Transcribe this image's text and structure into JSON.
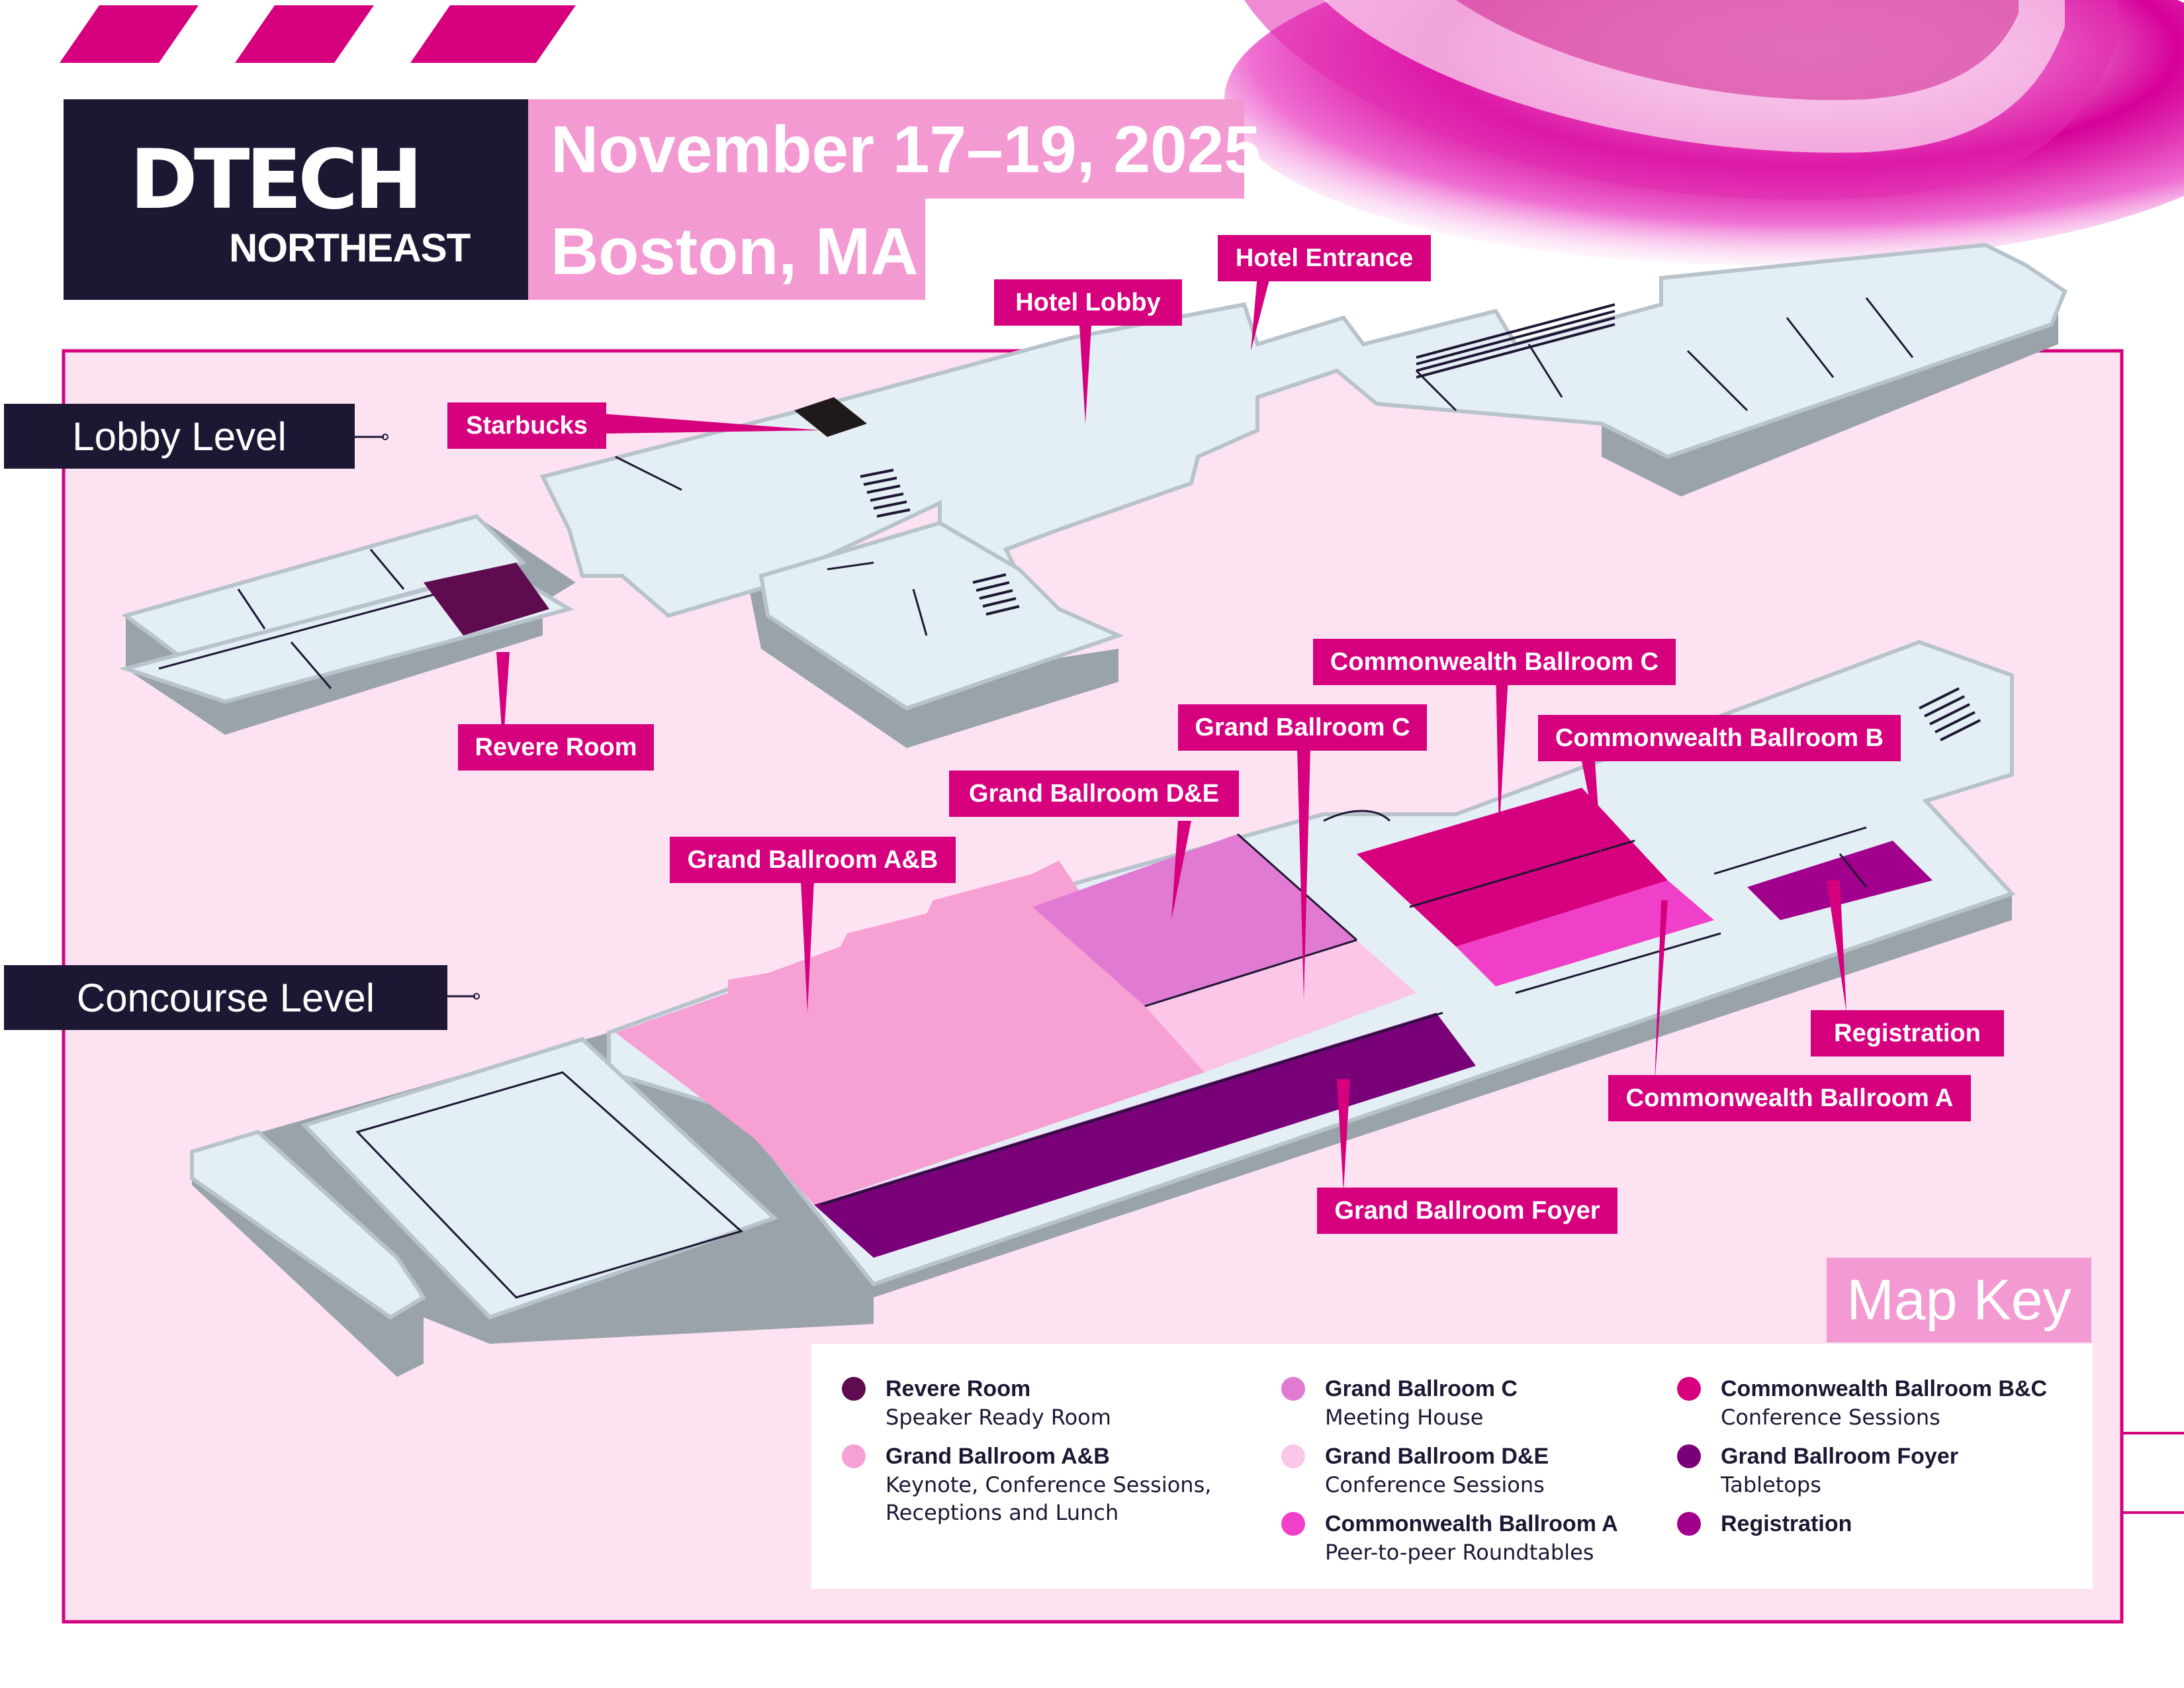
{
  "header": {
    "logo_main": "DTECH",
    "logo_sub": "NORTHEAST",
    "date": "November 17–19, 2025",
    "city": "Boston, MA"
  },
  "levels": {
    "lobby": "Lobby Level",
    "concourse": "Concourse Level"
  },
  "callouts": {
    "hotel_entrance": "Hotel Entrance",
    "hotel_lobby": "Hotel Lobby",
    "starbucks": "Starbucks",
    "revere_room": "Revere Room",
    "commonwealth_c": "Commonwealth Ballroom C",
    "commonwealth_b": "Commonwealth Ballroom B",
    "commonwealth_a": "Commonwealth Ballroom A",
    "grand_c": "Grand Ballroom C",
    "grand_de": "Grand Ballroom D&E",
    "grand_ab": "Grand Ballroom A&B",
    "registration": "Registration",
    "grand_foyer": "Grand Ballroom Foyer"
  },
  "key": {
    "title": "Map Key",
    "items": [
      {
        "name": "Revere Room",
        "desc": "Speaker Ready Room",
        "color": "#5e0b4f"
      },
      {
        "name": "Grand Ballroom A&B",
        "desc": "Keynote, Conference Sessions, Receptions and Lunch",
        "color": "#f7a0d4"
      },
      {
        "name": "Grand Ballroom C",
        "desc": "Meeting House",
        "color": "#e07ad2"
      },
      {
        "name": "Grand Ballroom D&E",
        "desc": "Conference Sessions",
        "color": "#fcc6e8"
      },
      {
        "name": "Commonwealth Ballroom A",
        "desc": "Peer-to-peer Roundtables",
        "color": "#f03fc8"
      },
      {
        "name": "Commonwealth Ballroom B&C",
        "desc": "Conference Sessions",
        "color": "#d6007f"
      },
      {
        "name": "Grand Ballroom Foyer",
        "desc": "Tabletops",
        "color": "#7a0079"
      },
      {
        "name": "Registration",
        "desc": "",
        "color": "#a0008c"
      }
    ]
  },
  "colors": {
    "brand_magenta": "#d6007f",
    "brand_pink": "#f49ad2",
    "navy": "#1e1734",
    "panel_bg": "#fde3f2",
    "floor": "#e4eef5",
    "wall": "#9aa3aa"
  }
}
